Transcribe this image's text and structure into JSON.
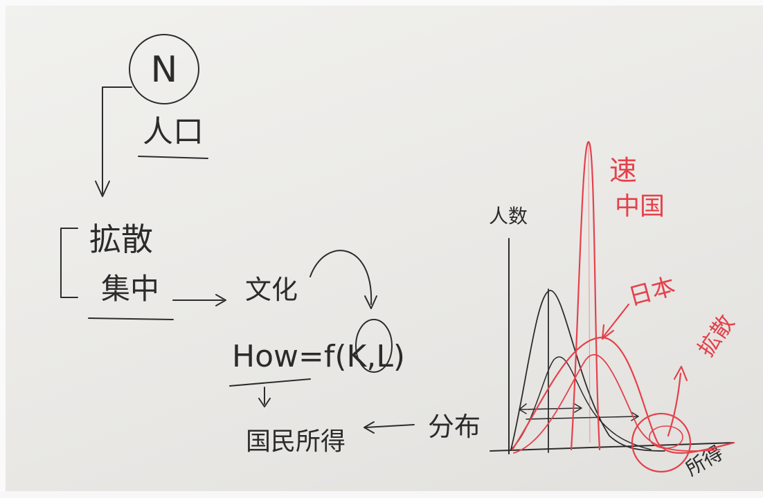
{
  "whiteboard": {
    "circle_letter": "N",
    "population": "人口",
    "diffusion": "拡散",
    "concentration": "集中",
    "culture": "文化",
    "formula": "How=f(K,L)",
    "national_income": "国民所得",
    "distribution": "分布",
    "y_axis_label": "人数",
    "x_axis_label": "所得",
    "label_china": "中国",
    "label_japan": "日本",
    "label_growth": "拡散",
    "label_speed": "速"
  },
  "colors": {
    "black_ink": "#2b2b2b",
    "red_ink": "#e5404a",
    "board": "#ecebe8"
  }
}
